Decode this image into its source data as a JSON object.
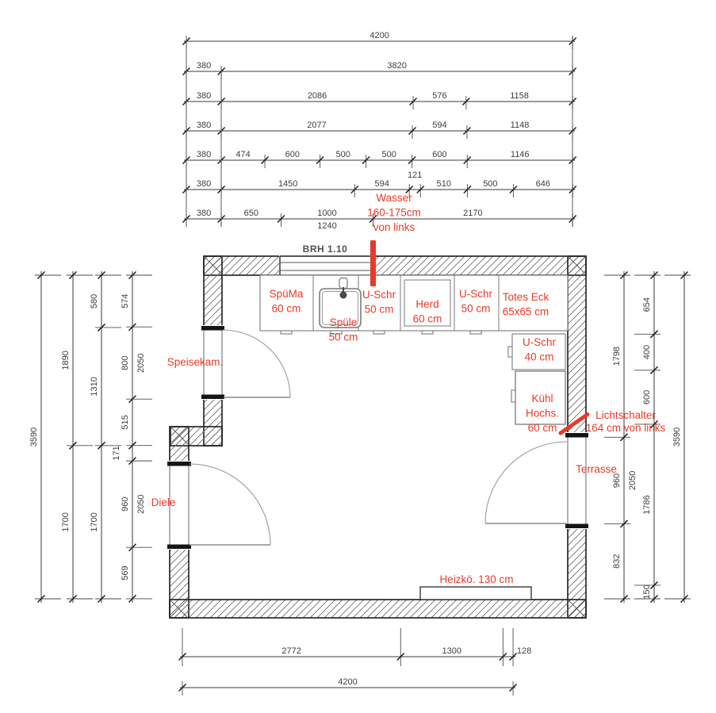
{
  "colors": {
    "annotation": "#e8392b",
    "dimension_text": "#3d3d3d",
    "wall_line": "#1c1c1c",
    "fixture_line": "#7a7a7a"
  },
  "plan": {
    "window_label": "BRH 1.10",
    "annotations": [
      {
        "id": "spuema",
        "lines": [
          "SpüMa",
          "60 cm"
        ]
      },
      {
        "id": "spuele",
        "lines": [
          "Spüle",
          "50 cm"
        ]
      },
      {
        "id": "uschr-1",
        "lines": [
          "U-Schr",
          "50 cm"
        ]
      },
      {
        "id": "herd",
        "lines": [
          "Herd",
          "60 cm"
        ]
      },
      {
        "id": "uschr-2",
        "lines": [
          "U-Schr",
          "50 cm"
        ]
      },
      {
        "id": "totes-eck",
        "lines": [
          "Totes Eck",
          "65x65 cm"
        ]
      },
      {
        "id": "uschr-40",
        "lines": [
          "U-Schr",
          "40 cm"
        ]
      },
      {
        "id": "kuehl",
        "lines": [
          "Kühl",
          "Hochs.",
          "60 cm"
        ]
      },
      {
        "id": "wasser",
        "lines": [
          "Wasser",
          "160-175cm",
          "von links"
        ]
      },
      {
        "id": "lichtschalter",
        "lines": [
          "Lichtschalter",
          "164 cm von links"
        ]
      },
      {
        "id": "terrasse",
        "lines": [
          "Terrasse"
        ]
      },
      {
        "id": "speisekam",
        "lines": [
          "Speisekam."
        ]
      },
      {
        "id": "diele",
        "lines": [
          "Diele"
        ]
      },
      {
        "id": "heizkoerper",
        "lines": [
          "Heizkö. 130 cm"
        ]
      }
    ]
  },
  "dimensions": {
    "top_rows": [
      {
        "values": [
          4200
        ]
      },
      {
        "values": [
          380,
          3820
        ]
      },
      {
        "values": [
          380,
          2086,
          576,
          1158
        ]
      },
      {
        "values": [
          380,
          2077,
          594,
          1148
        ]
      },
      {
        "values": [
          380,
          474,
          600,
          500,
          500,
          600,
          1146
        ]
      },
      {
        "values": [
          380,
          1450,
          594,
          121,
          510,
          500,
          646
        ],
        "raised_labels": [
          3
        ]
      },
      {
        "values": [
          380,
          650,
          1000,
          2170
        ],
        "below_label": {
          "text": "1240",
          "seg": 2
        }
      }
    ],
    "left_columns": [
      {
        "values": [
          3590
        ]
      },
      {
        "values": [
          1890,
          1700
        ]
      },
      {
        "values": [
          580,
          1310,
          1700
        ]
      },
      {
        "values": [
          574,
          800,
          515,
          171,
          960,
          569
        ],
        "aux": [
          {
            "text": "2050",
            "seg": 1
          },
          {
            "text": "2050",
            "seg": 4
          }
        ]
      }
    ],
    "right_columns": [
      {
        "values": [
          1798,
          960,
          832
        ],
        "aux": [
          {
            "text": "2050",
            "seg": 1
          }
        ]
      },
      {
        "values": [
          654,
          400,
          600,
          1786,
          150
        ]
      },
      {
        "values": [
          3590
        ]
      }
    ],
    "bottom_rows": [
      {
        "values": [
          2772,
          1300,
          128
        ],
        "outside_labels": [
          2
        ]
      },
      {
        "values": [
          4200
        ]
      }
    ]
  }
}
